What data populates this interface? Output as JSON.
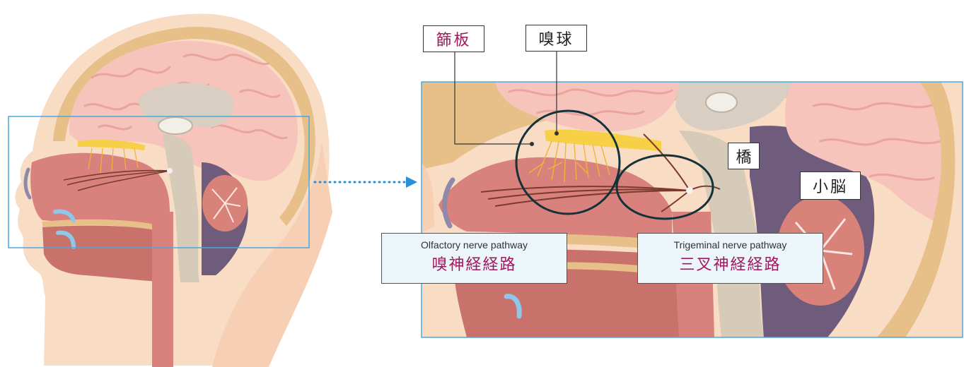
{
  "labels": {
    "cribriform_plate": "篩板",
    "olfactory_bulb": "嗅球",
    "pons": "橋",
    "cerebellum": "小脳"
  },
  "pathways": {
    "olfactory": {
      "en": "Olfactory nerve pathway",
      "jp": "嗅神経経路"
    },
    "trigeminal": {
      "en": "Trigeminal nerve pathway",
      "jp": "三叉神経経路"
    }
  },
  "colors": {
    "accent_text": "#a0195e",
    "frame": "#4aa8e0",
    "arrow": "#2a8fd8",
    "circle": "#13323a",
    "skin": "#f9dcc4",
    "brain": "#f6c4bb",
    "bulb": "#f7d047",
    "cavity": "#d9817c"
  }
}
